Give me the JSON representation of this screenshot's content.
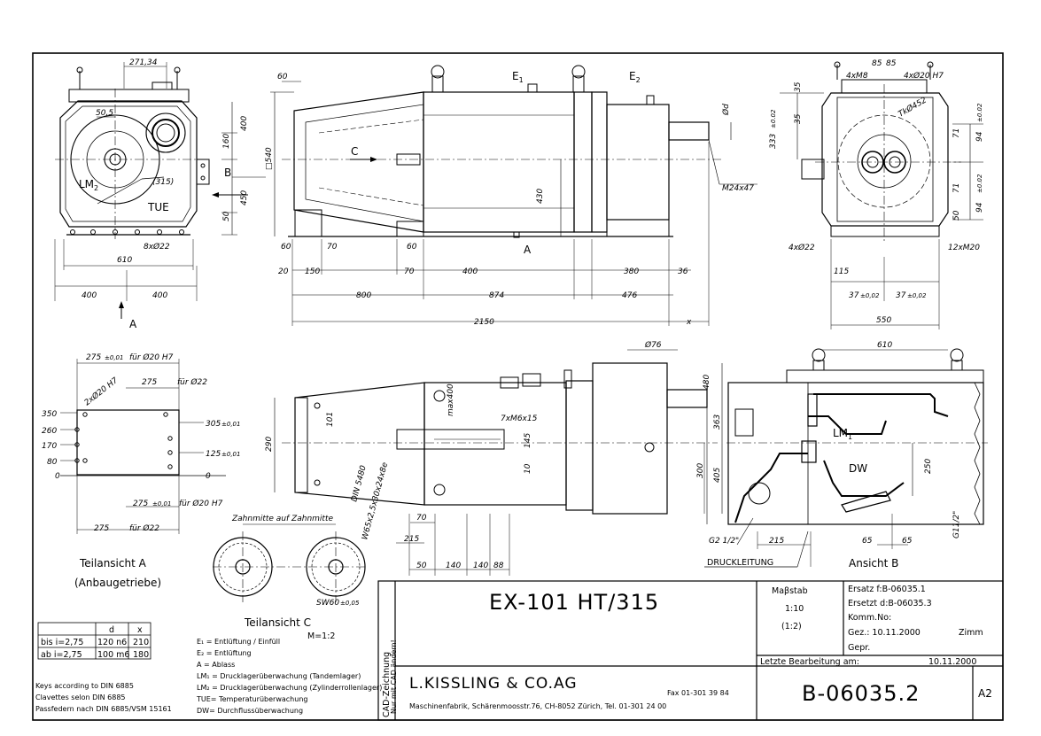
{
  "title_block": {
    "drawing_title": "EX-101 HT/315",
    "scale_label": "Maβstab",
    "scale_primary": "1:10",
    "scale_secondary": "(1:2)",
    "ersatz": "Ersatz  f:B-06035.1",
    "ersetzt": "Ersetzt d:B-06035.3",
    "komm": "Komm.No:",
    "gez": "Gez.: 10.11.2000",
    "gez_name": "Zimm",
    "gepr": "Gepr.",
    "letzte": "Letzte Bearbeitung am:",
    "letzte_date": "10.11.2000",
    "company": "L.KISSLING & CO.AG",
    "fax": "Fax  01-301 39 84",
    "address": "Maschinenfabrik, Schärenmoosstr.76, CH-8052 Zürich, Tel. 01-301 24 00",
    "drawing_number": "B-06035.2",
    "format": "A2",
    "cad_main": "CAD-Zeichnung",
    "cad_sub": "Nur mit CAD ändern!"
  },
  "ratio_table": {
    "headers": [
      "",
      "d",
      "x"
    ],
    "rows": [
      [
        "bis i=2,75",
        "120 n6",
        "210"
      ],
      [
        "ab i=2,75",
        "100 m6",
        "180"
      ]
    ]
  },
  "key_notes": [
    "Keys according to DIN 6885",
    "Clavettes selon   DIN 6885",
    "Passfedern nach   DIN 6885/VSM 15161"
  ],
  "legend": [
    "E₁ = Entlüftung / Einfüll",
    "E₂ = Entlüftung",
    "A = Ablass",
    "LM₁ = Drucklagerüberwachung (Tandemlager)",
    "LM₂ = Drucklagerüberwachung (Zylinderrollenlager)",
    "TUE= Temperaturüberwachung",
    "DW= Durchflussüberwachung"
  ],
  "views": {
    "teilansicht_a": "Teilansicht A",
    "anbaugetriebe": "(Anbaugetriebe)",
    "teilansicht_c": "Teilansicht C",
    "teilansicht_c_scale": "M=1:2",
    "zahnmitte": "Zahnmitte auf Zahnmitte",
    "ansicht_b": "Ansicht B",
    "druckleitung": "DRUCKLEITUNG"
  },
  "callouts": {
    "A": "A",
    "B": "B",
    "C": "C",
    "E1": "E",
    "E1_sub": "1",
    "E2": "E",
    "E2_sub": "2",
    "LM2": "LM",
    "LM2_sub": "2",
    "LM1": "LM",
    "LM1_sub": "1",
    "TUE": "TUE",
    "DW": "DW",
    "x": "x"
  },
  "front_view": {
    "d271": "271,34",
    "d50_5": "50,5",
    "d315": "(315)",
    "d160": "160",
    "d400": "400",
    "d450": "450",
    "d50": "50",
    "d8x22": "8xØ22",
    "d610": "610",
    "d400a": "400",
    "d400b": "400"
  },
  "side_view": {
    "d60a": "60",
    "d540": "□540",
    "d60b": "60",
    "d70a": "70",
    "d60c": "60",
    "d430": "430",
    "d20": "20",
    "d150": "150",
    "d70b": "70",
    "d400": "400",
    "d380": "380",
    "d36": "36",
    "d800": "800",
    "d874": "874",
    "d476": "476",
    "d2150": "2150",
    "dphid": "Ød",
    "m24": "M24x47"
  },
  "end_view": {
    "m8": "4xM8",
    "d85a": "85",
    "d85b": "85",
    "phi20": "4xØ20 H7",
    "d35a": "35",
    "d35b": "35",
    "d333": "333",
    "d333tol": "±0.02",
    "phi452": "TkØ452",
    "d71a": "71",
    "d94a": "94",
    "d94tol": "±0.02",
    "d71b": "71",
    "d94b": "94",
    "d50": "50",
    "d4x22": "4xØ22",
    "m20": "12xM20",
    "d115": "115",
    "d37a": "37",
    "d37b": "37",
    "d37tol": "±0,02",
    "d550": "550",
    "d610": "610"
  },
  "partial_a": {
    "d275a": "275",
    "tol001": "±0,01",
    "f20h7a": "für Ø20 H7",
    "d275b": "275",
    "f22a": "für Ø22",
    "d2x20": "2xØ20 H7",
    "d350": "350",
    "d260": "260",
    "d170": "170",
    "d80": "80",
    "d0a": "0",
    "d305": "305",
    "d305tol": "±0,01",
    "d125": "125",
    "d125tol": "±0,01",
    "d0b": "0",
    "d275c": "275",
    "f20h7b": "für Ø20 H7",
    "d275d": "275",
    "f22b": "für Ø22"
  },
  "lower_view": {
    "phi76": "Ø76",
    "d480": "480",
    "max400": "max400",
    "d7xm6": "7xM6x15",
    "d101": "101",
    "d145": "145",
    "d10": "10",
    "d290": "290",
    "din": "DIN 5480",
    "w65": "W65x2,5x30x24x8e",
    "d363": "363",
    "d405": "405",
    "d300": "300",
    "d70": "70",
    "d215": "215",
    "d50": "50",
    "d140a": "140",
    "d140b": "140",
    "d88": "88",
    "g2": "G2 1/2\"",
    "d215b": "215",
    "d250": "250",
    "d65a": "65",
    "d65b": "65",
    "g11": "G11/2\""
  },
  "gear_view": {
    "sw": "SW60",
    "swtol": "±0,05"
  }
}
